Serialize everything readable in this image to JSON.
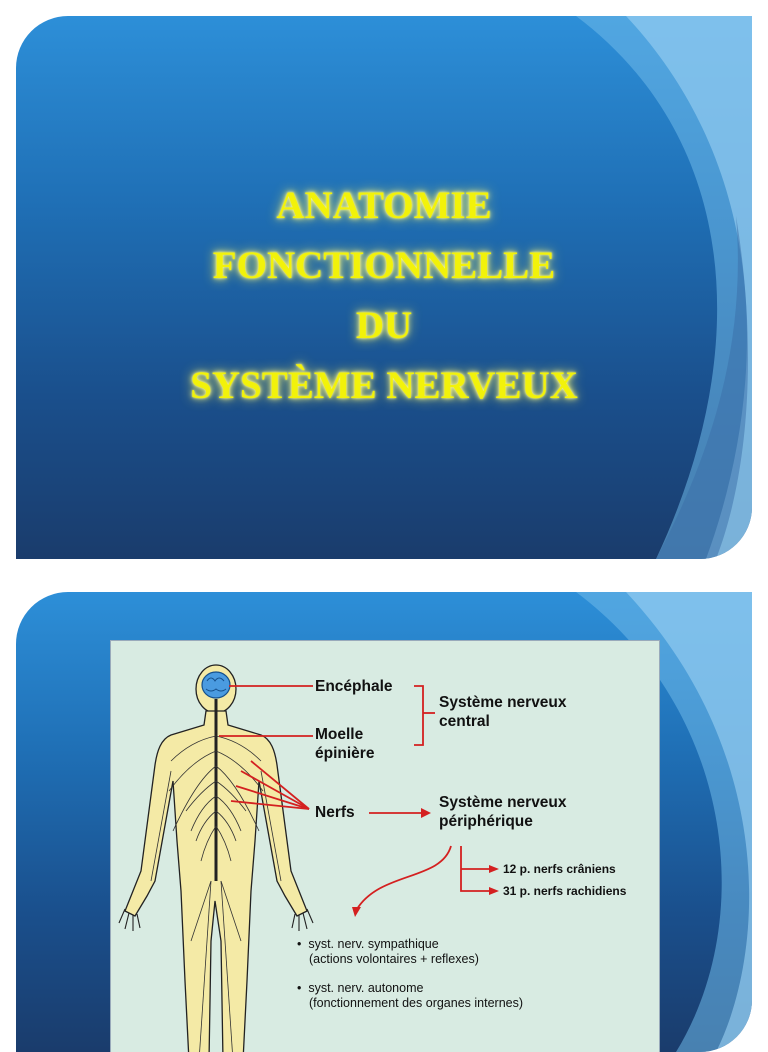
{
  "slide1": {
    "title_lines": [
      "ANATOMIE",
      "FONCTIONNELLE",
      "DU",
      "SYSTÈME NERVEUX"
    ]
  },
  "slide2": {
    "encephale": "Encéphale",
    "moelle_line1": "Moelle",
    "moelle_line2": "épinière",
    "nerfs": "Nerfs",
    "snc_line1": "Système nerveux",
    "snc_line2": "central",
    "snp_line1": "Système nerveux",
    "snp_line2": "périphérique",
    "cranial": "12 p. nerfs crâniens",
    "spinal": "31 p. nerfs rachidiens",
    "bullets": [
      {
        "line1": "syst. nerv. sympathique",
        "line2": "(actions volontaires + reflexes)"
      },
      {
        "line1": "syst. nerv. autonome",
        "line2": "(fonctionnement des organes internes)"
      }
    ]
  },
  "colors": {
    "title": "#f2f20a",
    "arrow": "#d42020",
    "panel": "#d8ebe2",
    "body": "#f4eaa6"
  }
}
